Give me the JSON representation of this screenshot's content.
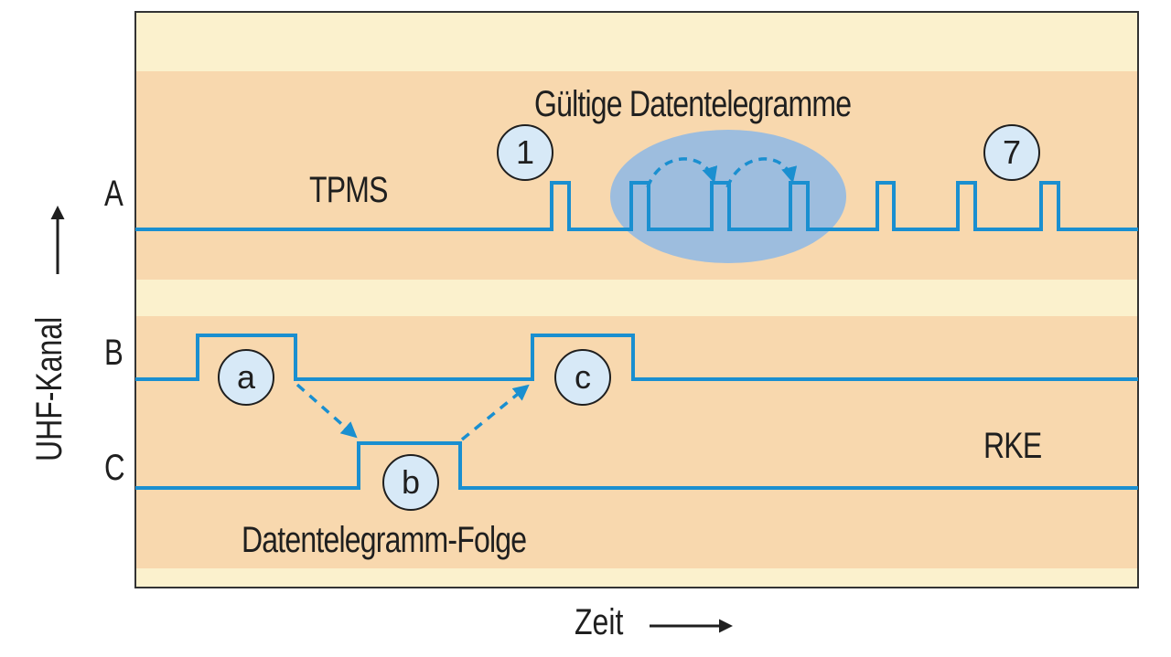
{
  "channels": {
    "a": "A",
    "b": "B",
    "c": "C"
  },
  "labels": {
    "tpms": "TPMS",
    "rke": "RKE",
    "valid_telegrams": "Gültige Datentelegramme",
    "telegram_sequence": "Datentelegramm-Folge"
  },
  "badges": {
    "first": "1",
    "last": "7",
    "a": "a",
    "b": "b",
    "c": "c"
  },
  "axes": {
    "y": "UHF-Kanal",
    "x": "Zeit"
  },
  "colors": {
    "band_dark": "#f8d8ae",
    "band_light": "#fbf1cd",
    "signal": "#1a8fd0",
    "highlight": "#8db8e6",
    "badge_fill": "#d7e9f7",
    "text": "#1f1f1f"
  }
}
